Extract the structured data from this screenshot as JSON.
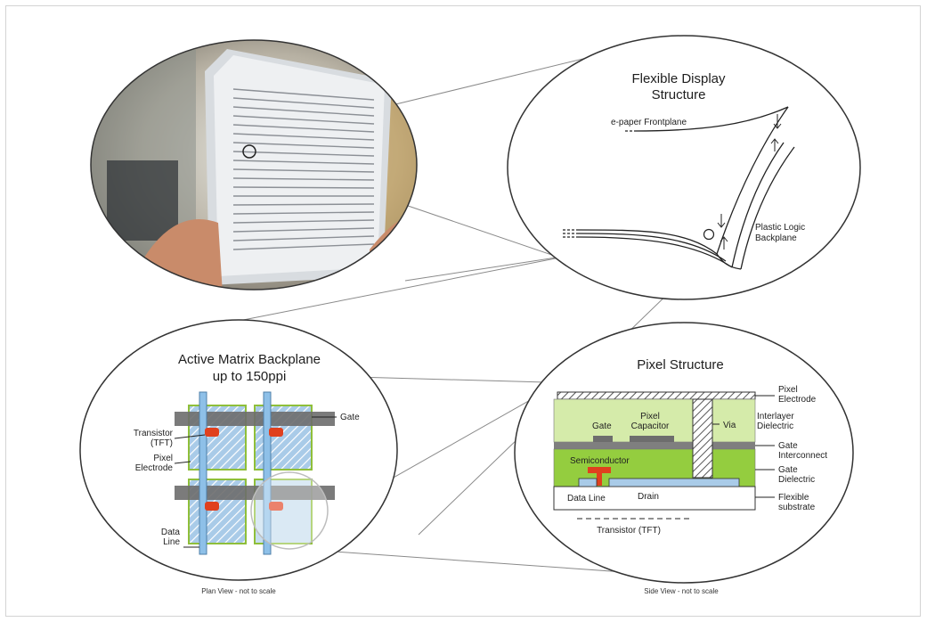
{
  "flexible_display": {
    "title_line1": "Flexible Display",
    "title_line2": "Structure",
    "frontplane_label": "e-paper Frontplane",
    "backplane_line1": "Plastic Logic",
    "backplane_line2": "Backplane"
  },
  "active_matrix": {
    "title_line1": "Active Matrix Backplane",
    "title_line2": "up to 150ppi",
    "gate_label": "Gate",
    "transistor_line1": "Transistor",
    "transistor_line2": "(TFT)",
    "pixel_line1": "Pixel",
    "pixel_line2": "Electrode",
    "data_line1": "Data",
    "data_line2": "Line",
    "caption": "Plan View - not to scale"
  },
  "pixel_structure": {
    "title": "Pixel Structure",
    "pixel_electrode_line1": "Pixel",
    "pixel_electrode_line2": "Electrode",
    "interlayer_line1": "Interlayer",
    "interlayer_line2": "Dielectric",
    "via_label": "Via",
    "gate_label": "Gate",
    "pixel_capacitor_line1": "Pixel",
    "pixel_capacitor_line2": "Capacitor",
    "gate_interconnect_line1": "Gate",
    "gate_interconnect_line2": "Interconnect",
    "semiconductor_label": "Semiconductor",
    "gate_dielectric_line1": "Gate",
    "gate_dielectric_line2": "Dielectric",
    "data_line_label": "Data Line",
    "drain_label": "Drain",
    "flexible_line1": "Flexible",
    "flexible_line2": "substrate",
    "transistor_label": "Transistor (TFT)",
    "caption": "Side View - not to scale"
  },
  "colors": {
    "green_layer": "#cfe89b",
    "green_band": "#8fc93a",
    "blue_electrode": "#a9cbe8",
    "red_semiconductor": "#e0401e",
    "gate_grey": "#6d6d6d"
  }
}
